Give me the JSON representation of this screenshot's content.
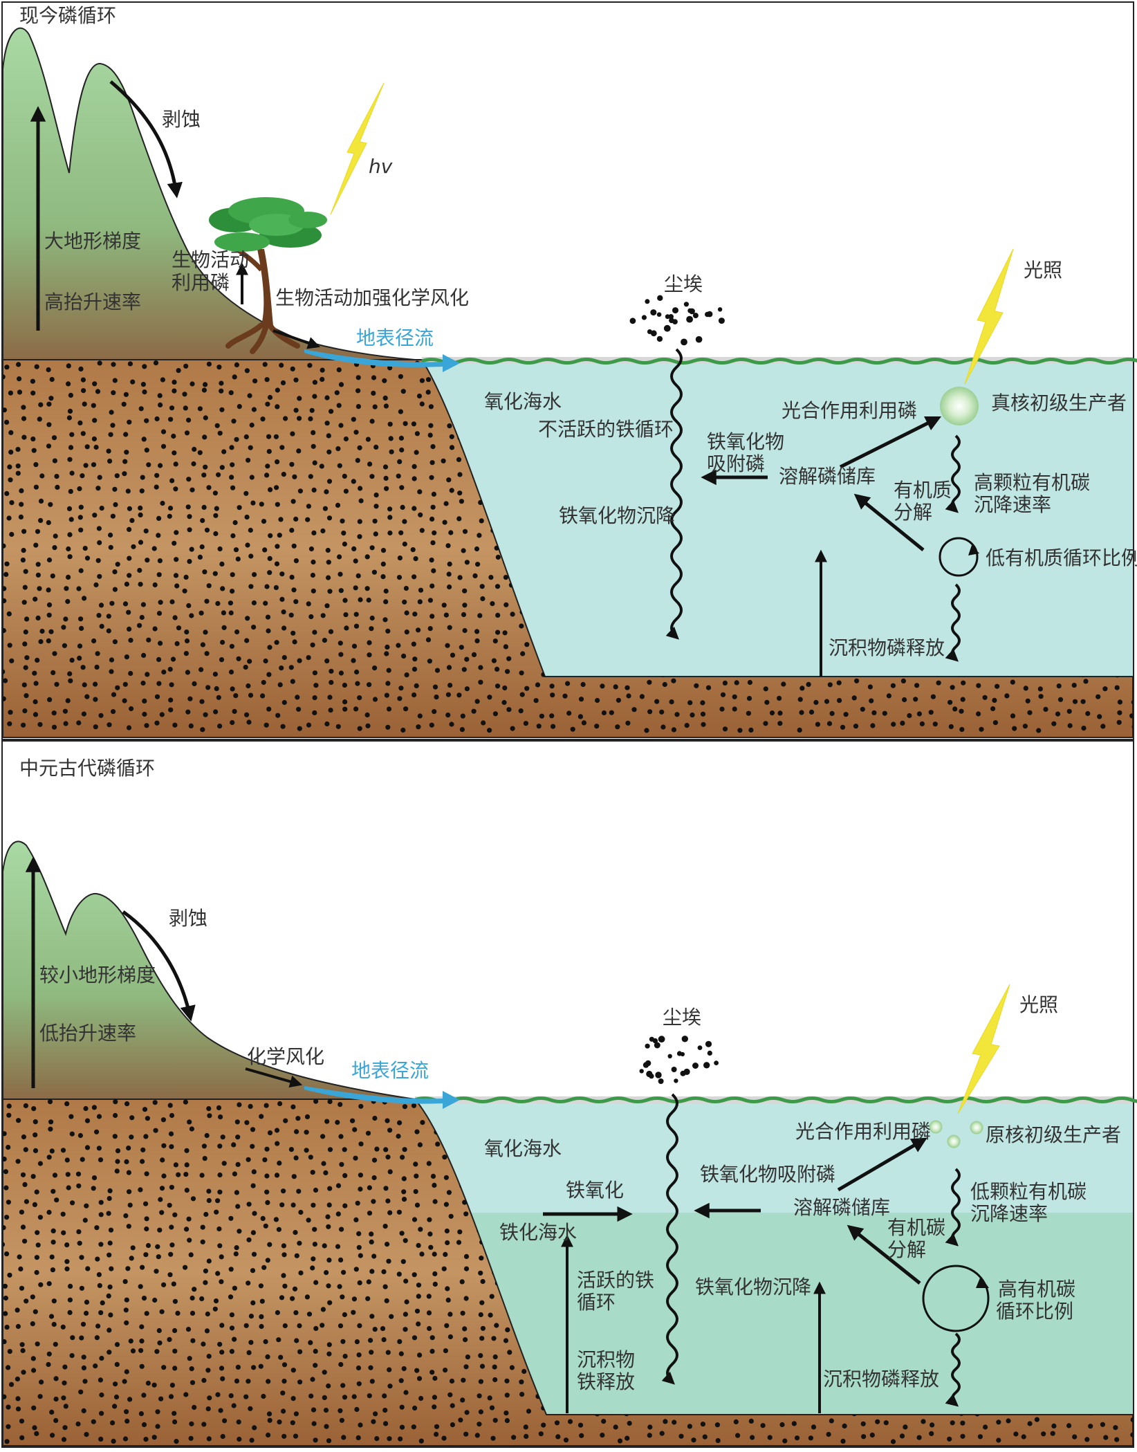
{
  "panel_top": {
    "title": "现今磷循环",
    "erosion": "剥蚀",
    "hv": "hv",
    "large_gradient": "大地形梯度",
    "high_uplift": "高抬升速率",
    "bio_use_1": "生物活动",
    "bio_use_2": "利用磷",
    "bio_weathering": "生物活动加强化学风化",
    "runoff": "地表径流",
    "dust": "尘埃",
    "light": "光照",
    "oxic_water": "氧化海水",
    "inactive_fe_1": "不活跃的铁循环",
    "fe_oxide_adsorb_1": "铁氧化物",
    "fe_oxide_adsorb_2": "吸附磷",
    "fe_oxide_settle": "铁氧化物沉降",
    "photo_use": "光合作用利用磷",
    "producer": "真核初级生产者",
    "dissolved_p": "溶解磷储库",
    "om_decomp_1": "有机质",
    "om_decomp_2": "分解",
    "high_flux_1": "高颗粒有机碳",
    "high_flux_2": "沉降速率",
    "low_cycle": "低有机质循环比例",
    "sed_p_release": "沉积物磷释放"
  },
  "panel_bottom": {
    "title": "中元古代磷循环",
    "erosion": "剥蚀",
    "small_gradient": "较小地形梯度",
    "low_uplift": "低抬升速率",
    "chem_weathering": "化学风化",
    "runoff": "地表径流",
    "dust": "尘埃",
    "light": "光照",
    "oxic_water": "氧化海水",
    "ferrous_water": "铁化海水",
    "fe_oxidation": "铁氧化",
    "active_fe_1": "活跃的铁",
    "active_fe_2": "循环",
    "sed_fe_1": "沉积物",
    "sed_fe_2": "铁释放",
    "fe_oxide_adsorb": "铁氧化物吸附磷",
    "fe_oxide_settle": "铁氧化物沉降",
    "photo_use": "光合作用利用磷",
    "producer": "原核初级生产者",
    "dissolved_p": "溶解磷储库",
    "oc_decomp_1": "有机碳",
    "oc_decomp_2": "分解",
    "low_flux_1": "低颗粒有机碳",
    "low_flux_2": "沉降速率",
    "high_cycle_1": "高有机碳",
    "high_cycle_2": "循环比例",
    "sed_p_release": "沉积物磷释放"
  },
  "colors": {
    "soil": "#a06b3e",
    "soil_light": "#c49563",
    "hill_top": "#a9d9a4",
    "hill_bottom": "#8c6b47",
    "ocean": "#bfe6e2",
    "ferrous": "#a8dcc8",
    "wave": "#3d9a4a",
    "runoff": "#3aa6d8",
    "lightning": "#f3e63a",
    "tree_green": "#3fa64a",
    "trunk": "#6b3b1e"
  }
}
